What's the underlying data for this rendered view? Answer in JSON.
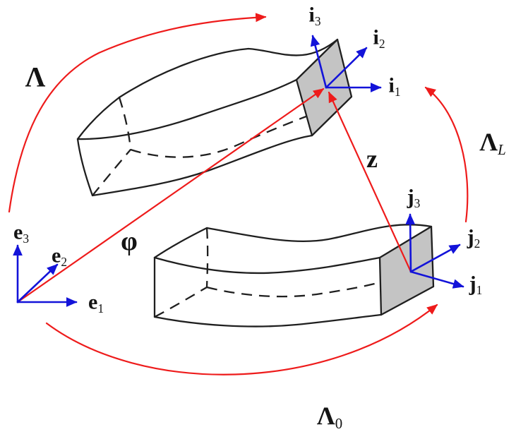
{
  "colors": {
    "red": "#ee1b1b",
    "blue": "#1313d9",
    "outline": "#1f1f1f",
    "section-fill": "#c4c4c4"
  },
  "labels": {
    "rotations": {
      "lambda": {
        "base": "Λ",
        "sub": ""
      },
      "lambda_L": {
        "base": "Λ",
        "sub": "L"
      },
      "lambda_0": {
        "base": "Λ",
        "sub": "0"
      }
    },
    "vectors": {
      "phi": "φ",
      "z": "z"
    },
    "frame_e": {
      "axis1": {
        "base": "e",
        "sub": "1"
      },
      "axis2": {
        "base": "e",
        "sub": "2"
      },
      "axis3": {
        "base": "e",
        "sub": "3"
      }
    },
    "frame_i": {
      "axis1": {
        "base": "i",
        "sub": "1"
      },
      "axis2": {
        "base": "i",
        "sub": "2"
      },
      "axis3": {
        "base": "i",
        "sub": "3"
      }
    },
    "frame_j": {
      "axis1": {
        "base": "j",
        "sub": "1"
      },
      "axis2": {
        "base": "j",
        "sub": "2"
      },
      "axis3": {
        "base": "j",
        "sub": "3"
      }
    }
  }
}
